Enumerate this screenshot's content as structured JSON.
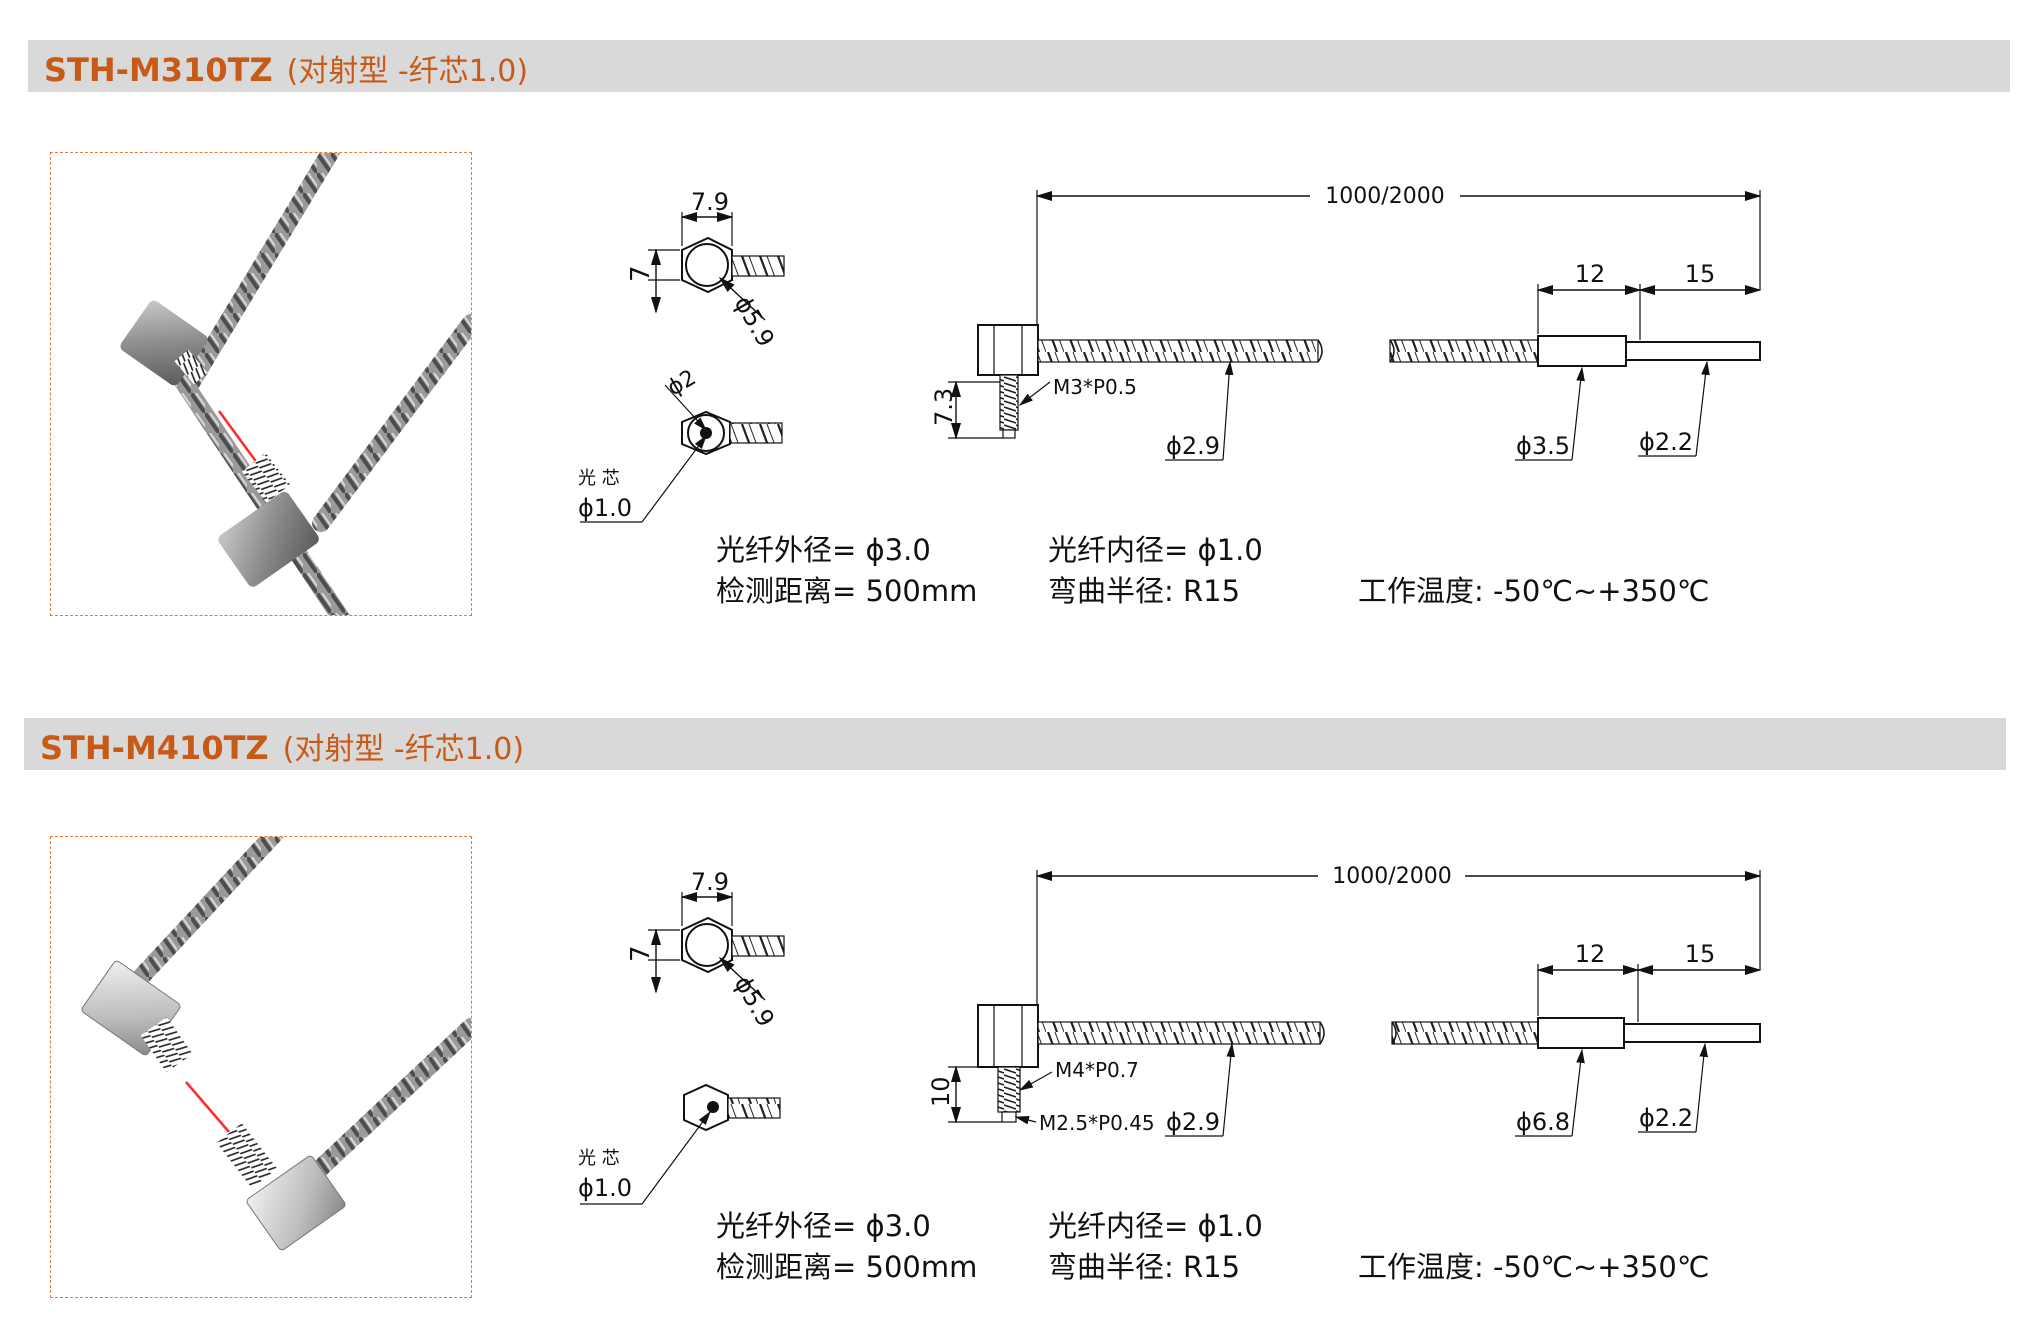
{
  "products": [
    {
      "model": "STH-M310TZ",
      "subtitle": "(对射型 -纤芯1.0)",
      "dimensions": {
        "head_width": "7.9",
        "head_height": "7",
        "head_diameter": "ϕ5.9",
        "lens_diameter": "ϕ2",
        "fiber_core_label": "光 芯",
        "fiber_core": "ϕ1.0",
        "total_length": "1000/2000",
        "tip_length_a": "12",
        "tip_length_b": "15",
        "thread_length": "7.3",
        "thread": "M3*P0.5",
        "thread_tip": "",
        "sheath_diameter": "ϕ2.9",
        "ferrule_diameter": "ϕ3.5",
        "tip_diameter": "ϕ2.2"
      },
      "specs": {
        "outer_diameter": "光纤外径= ϕ3.0",
        "detect_distance": "检测距离= 500mm",
        "inner_diameter": "光纤内径= ϕ1.0",
        "bend_radius": "弯曲半径:  R15",
        "temperature": "工作温度:  -50℃~+350℃"
      }
    },
    {
      "model": "STH-M410TZ",
      "subtitle": "(对射型 -纤芯1.0)",
      "dimensions": {
        "head_width": "7.9",
        "head_height": "7",
        "head_diameter": "ϕ5.9",
        "lens_diameter": "",
        "fiber_core_label": "光 芯",
        "fiber_core": "ϕ1.0",
        "total_length": "1000/2000",
        "tip_length_a": "12",
        "tip_length_b": "15",
        "thread_length": "10",
        "thread": "M4*P0.7",
        "thread_tip": "M2.5*P0.45",
        "sheath_diameter": "ϕ2.9",
        "ferrule_diameter": "ϕ6.8",
        "tip_diameter": "ϕ2.2"
      },
      "specs": {
        "outer_diameter": "光纤外径= ϕ3.0",
        "detect_distance": "检测距离= 500mm",
        "inner_diameter": "光纤内径= ϕ1.0",
        "bend_radius": "弯曲半径:  R15",
        "temperature": "工作温度:  -50℃~+350℃"
      }
    }
  ],
  "colors": {
    "accent": "#c85a17",
    "bar": "#d9d9d9",
    "photo_border": "#e07b39",
    "beam": "#ff2a2a"
  }
}
